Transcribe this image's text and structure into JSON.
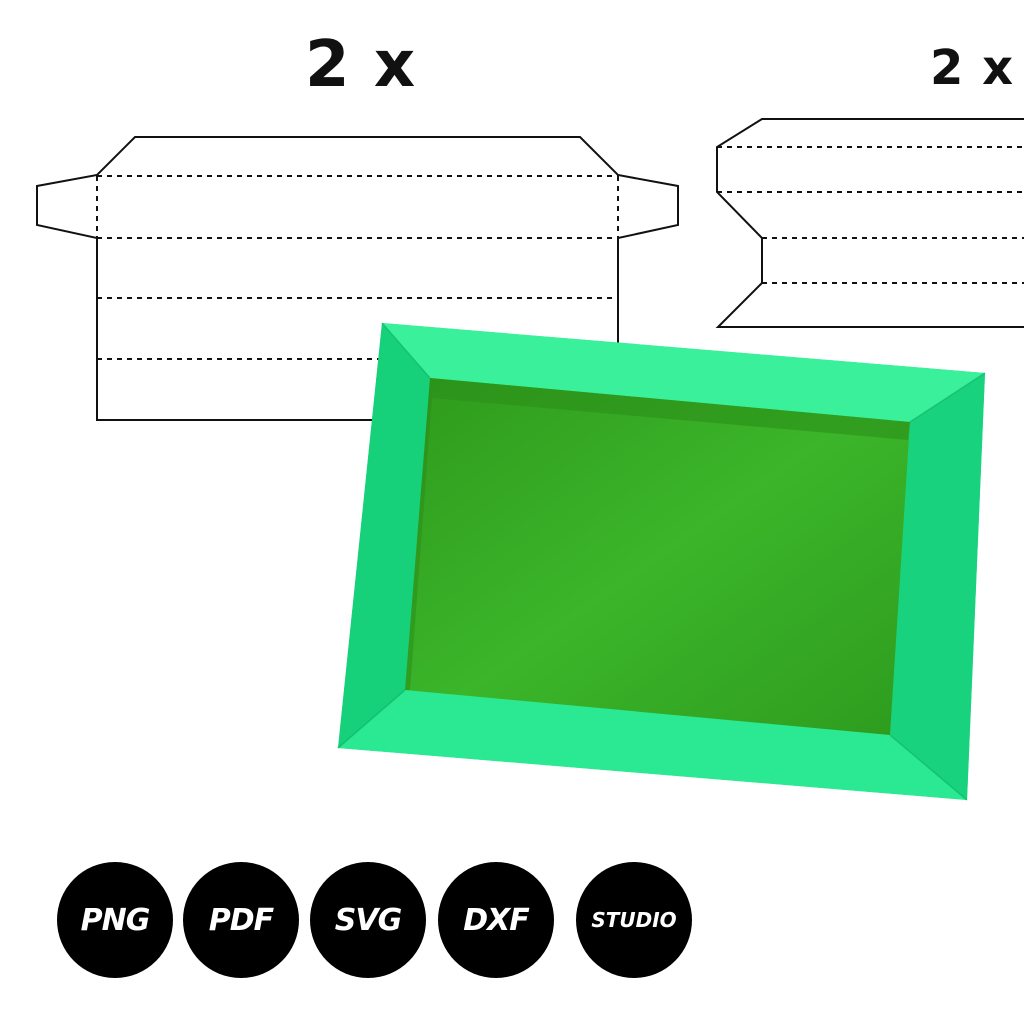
{
  "pieces": {
    "left_quantity": "2 x",
    "right_quantity": "2 x"
  },
  "preview": {
    "frame_color": "#1fe58a",
    "inner_color": "#33a621"
  },
  "formats": [
    {
      "label": "PNG"
    },
    {
      "label": "PDF"
    },
    {
      "label": "SVG"
    },
    {
      "label": "DXF"
    },
    {
      "label": "STUDIO"
    }
  ]
}
